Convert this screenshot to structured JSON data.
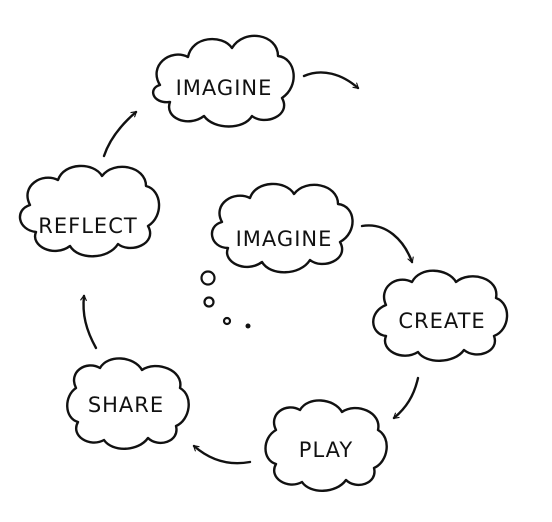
{
  "nodes": {
    "imagine_top": "IMAGINE",
    "imagine_center": "IMAGINE",
    "create": "CREATE",
    "play": "PLAY",
    "share": "SHARE",
    "reflect": "REFLECT"
  },
  "colors": {
    "ink": "#111111",
    "background": "#ffffff"
  }
}
